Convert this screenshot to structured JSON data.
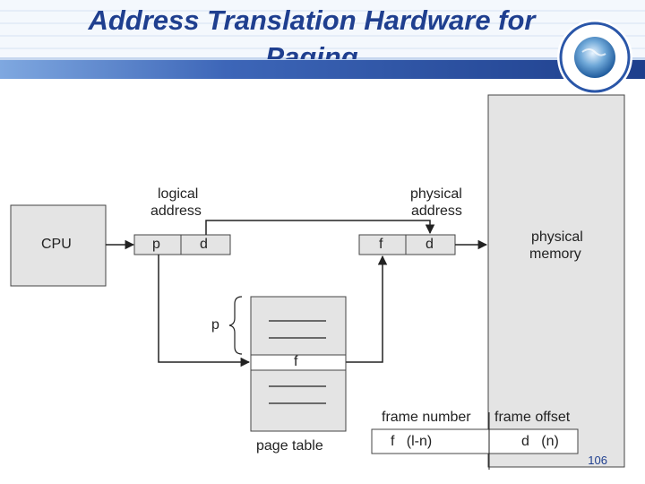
{
  "slide": {
    "title": "Address Translation Hardware for Paging",
    "page_number": "106"
  },
  "diagram": {
    "cpu": "CPU",
    "logical_address": [
      "logical",
      "address"
    ],
    "physical_address": [
      "physical",
      "address"
    ],
    "physical_memory": [
      "physical",
      "memory"
    ],
    "p": "p",
    "d": "d",
    "f": "f",
    "page_table": "page table",
    "page_table_f": "f",
    "page_table_p": "p"
  },
  "address_format": {
    "frame_number": "frame number",
    "frame_offset": "frame offset",
    "frame_number_value": "f   (l-n)",
    "frame_offset_value": "d   (n)"
  },
  "colors": {
    "title": "#1f3f8f",
    "header_band": "#1e3f8c",
    "header_band_light": "#7fa8e0",
    "box_fill": "#e4e4e4",
    "line": "#222222"
  }
}
